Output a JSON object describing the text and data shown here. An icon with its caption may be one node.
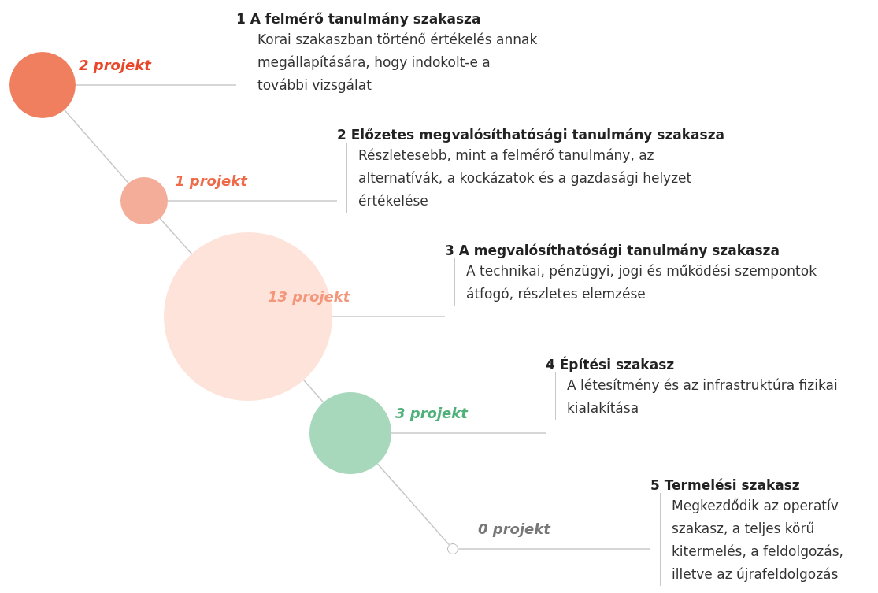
{
  "diagram": {
    "nodes": [
      {
        "text": [],
        "shape": "circle"
      },
      {
        "text": [
          "1 A felmérő tanulmány szakasza",
          "Korai szakaszban történő értékelés annak megállapítására, hogy indokolt-e a további vizsgálat"
        ]
      },
      {
        "text": [],
        "shape": "circle"
      },
      {
        "text": [
          "2 Előzetes megvalósíthatósági tanulmány szakasza",
          "Részletesebb, mint a felmérő tanulmány, az alternatívák, a kockázatok és a gazdasági helyzet értékelése"
        ]
      },
      {
        "text": [],
        "shape": "circle"
      },
      {
        "text": [
          "3 A megvalósíthatósági tanulmány szakasza",
          "A technikai, pénzügyi, jogi és működési szempontok átfogó, részletes elemzése"
        ]
      },
      {
        "text": [],
        "shape": "circle"
      },
      {
        "text": [
          "4 Építési szakasz",
          "A létesítmény és az infrastruktúra fizikai kialakítása"
        ]
      },
      {
        "text": [],
        "shape": "circle"
      },
      {
        "text": [
          "5 Termelési szakasz",
          "Megkezdődik az operatív szakasz, a teljes körű kitermelés, a feldolgozás, illetve az újrafeldolgozás"
        ]
      }
    ],
    "edges": [
      {
        "from": 0,
        "to": 2,
        "arrow": "none"
      },
      {
        "from": 2,
        "to": 4,
        "arrow": "none"
      },
      {
        "from": 4,
        "to": 6,
        "arrow": "none"
      },
      {
        "from": 6,
        "to": 8,
        "arrow": "none"
      },
      {
        "from": 0,
        "to": 1,
        "arrow": "none",
        "label": "2 projekt"
      },
      {
        "from": 2,
        "to": 3,
        "arrow": "none",
        "label": "1 projekt"
      },
      {
        "from": 4,
        "to": 5,
        "arrow": "none",
        "label": "13 projekt"
      },
      {
        "from": 6,
        "to": 7,
        "arrow": "none",
        "label": "3 projekt"
      },
      {
        "from": 8,
        "to": 9,
        "arrow": "none",
        "label": "0 projekt"
      }
    ]
  }
}
